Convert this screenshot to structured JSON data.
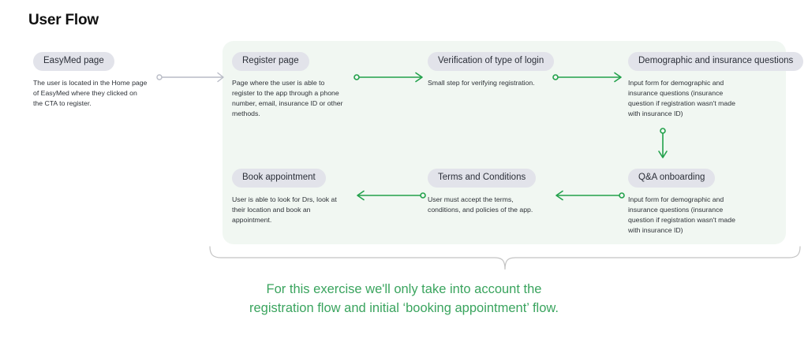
{
  "page": {
    "title": "User Flow",
    "background": "#ffffff",
    "panel_color": "#f1f7f2",
    "pill_color": "#e2e3ea",
    "accent_green": "#22a14b",
    "caption_green": "#3aa45e",
    "muted_arrow": "#b9bcc6"
  },
  "nodes": [
    {
      "id": "easymed",
      "label": "EasyMed page",
      "description": "The user is located in the Home page of EasyMed where they clicked on the CTA to register."
    },
    {
      "id": "register",
      "label": "Register page",
      "description": "Page where the user is able to register to the app through a phone number, email, insurance ID or other methods."
    },
    {
      "id": "verify",
      "label": "Verification of type of login",
      "description": "Small step for verifying registration."
    },
    {
      "id": "demographic",
      "label": "Demographic and insurance questions",
      "description": "Input form for demographic and insurance questions (insurance question if registration wasn't made with insurance ID)"
    },
    {
      "id": "book",
      "label": "Book appointment",
      "description": "User is able to look for Drs, look at their location and book an appointment."
    },
    {
      "id": "terms",
      "label": "Terms and Conditions",
      "description": "User must accept the terms, conditions, and policies of the app."
    },
    {
      "id": "qa",
      "label": "Q&A onboarding",
      "description": "Input form for demographic and insurance questions (insurance question if registration wasn't made with insurance ID)"
    }
  ],
  "connectors": [
    {
      "id": "intro",
      "from": "easymed",
      "to": "register",
      "direction": "right",
      "color": "#b9bcc6"
    },
    {
      "id": "reg-ver",
      "from": "register",
      "to": "verify",
      "direction": "right",
      "color": "#22a14b"
    },
    {
      "id": "ver-demo",
      "from": "verify",
      "to": "demographic",
      "direction": "right",
      "color": "#22a14b"
    },
    {
      "id": "demo-qa",
      "from": "demographic",
      "to": "qa",
      "direction": "down",
      "color": "#22a14b"
    },
    {
      "id": "qa-terms",
      "from": "qa",
      "to": "terms",
      "direction": "left",
      "color": "#22a14b"
    },
    {
      "id": "terms-book",
      "from": "terms",
      "to": "book",
      "direction": "left",
      "color": "#22a14b"
    }
  ],
  "caption": {
    "line1": "For this exercise we'll only take into account the",
    "line2": "registration flow and initial ‘booking appointment’ flow."
  }
}
